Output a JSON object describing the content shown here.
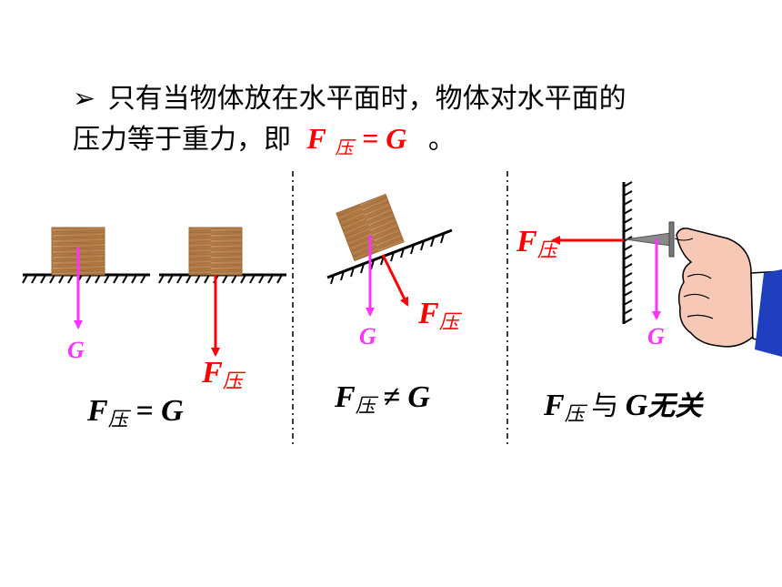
{
  "statement": {
    "bullet": "➢",
    "line1": "只有当物体放在水平面时，物体对水平面的",
    "line2_prefix": "压力等于重力，即",
    "formula": {
      "F": "F",
      "sub": "压",
      "eq": " = ",
      "G": "G"
    },
    "line2_suffix": "。"
  },
  "panel1": {
    "label_G": "G",
    "label_F": "F",
    "label_F_sub": "压",
    "relation": {
      "F": "F",
      "sub": "压",
      "op": " = ",
      "G": "G"
    }
  },
  "panel2": {
    "label_G": "G",
    "label_F": "F",
    "label_F_sub": "压",
    "relation": {
      "F": "F",
      "sub": "压",
      "op": " ≠ ",
      "G": "G"
    }
  },
  "panel3": {
    "label_G": "G",
    "label_F": "F",
    "label_F_sub": "压",
    "relation": {
      "F": "F",
      "sub": "压",
      "mid": " 与 ",
      "G": "G",
      "tail": "无关"
    }
  },
  "colors": {
    "text": "#000000",
    "force_red": "#ff0000",
    "gravity_magenta": "#ff33ff",
    "wood": "#c08a55",
    "sleeve_blue": "#1f3fbf",
    "skin": "#f7c8b5"
  }
}
